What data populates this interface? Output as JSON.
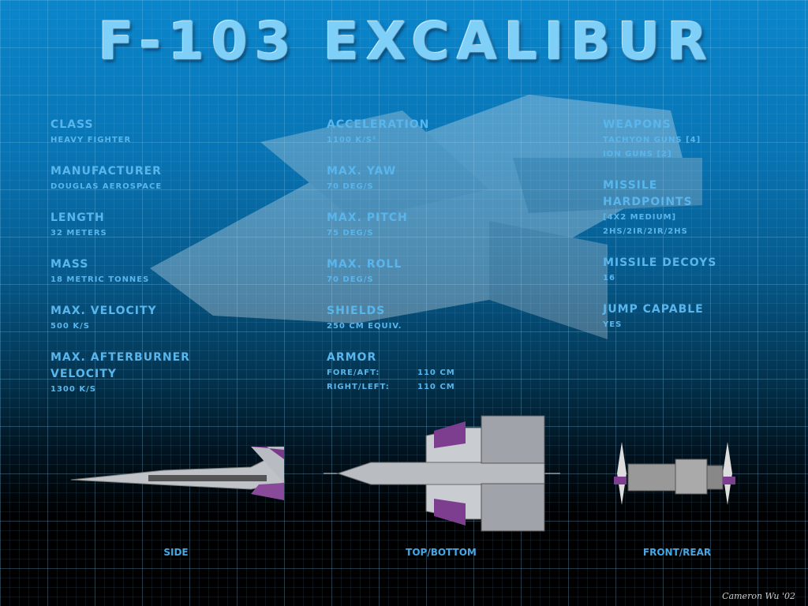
{
  "title": "F-103 EXCALIBUR",
  "columns": [
    [
      {
        "heading": "Class",
        "values": [
          "Heavy Fighter"
        ]
      },
      {
        "heading": "Manufacturer",
        "values": [
          "Douglas Aerospace"
        ]
      },
      {
        "heading": "Length",
        "values": [
          "32 meters"
        ]
      },
      {
        "heading": "Mass",
        "values": [
          "18 metric tonnes"
        ]
      },
      {
        "heading": "Max. Velocity",
        "values": [
          "500 k/s"
        ]
      },
      {
        "heading": "Max. Afterburner Velocity",
        "values": [
          "1300 k/s"
        ]
      }
    ],
    [
      {
        "heading": "Acceleration",
        "values": [
          "1100 k/s²"
        ]
      },
      {
        "heading": "Max. Yaw",
        "values": [
          "70 deg/s"
        ]
      },
      {
        "heading": "Max. Pitch",
        "values": [
          "75 deg/s"
        ]
      },
      {
        "heading": "Max. Roll",
        "values": [
          "70 deg/s"
        ]
      },
      {
        "heading": "Shields",
        "values": [
          "250 cm equiv."
        ]
      }
    ],
    [
      {
        "heading": "Weapons",
        "values": [
          "Tachyon Guns [4]",
          "Ion Guns [2]"
        ]
      },
      {
        "heading": "Missile Hardpoints",
        "values": [
          "[4x2 Medium]",
          "2HS/2IR/2IR/2HS"
        ]
      },
      {
        "heading": "Missile Decoys",
        "values": [
          "16"
        ]
      },
      {
        "heading": "Jump Capable",
        "values": [
          "Yes"
        ]
      }
    ]
  ],
  "armor": {
    "heading": "Armor",
    "rows": [
      {
        "label": "Fore/Aft:",
        "value": "110 cm"
      },
      {
        "label": "Right/Left:",
        "value": "110 cm"
      }
    ]
  },
  "views": {
    "side": "SIDE",
    "top": "TOP/BOTTOM",
    "front": "FRONT/REAR"
  },
  "signature": "Cameron Wu '02"
}
